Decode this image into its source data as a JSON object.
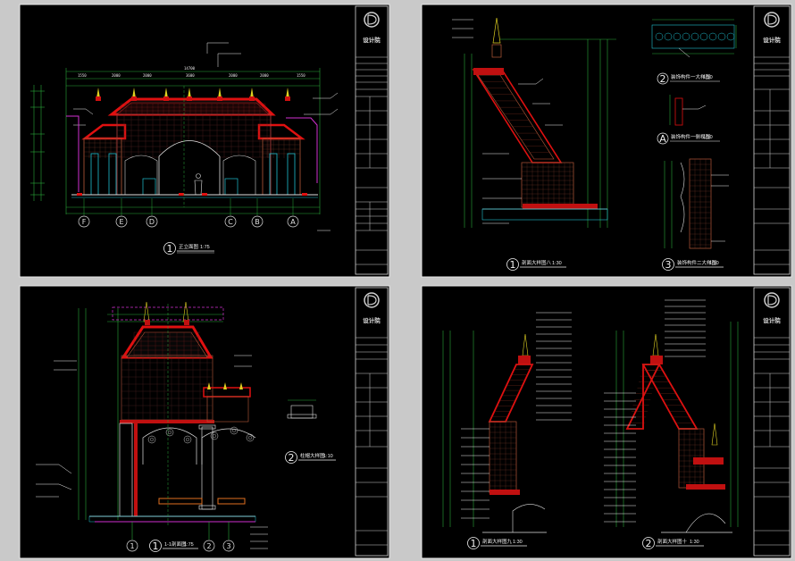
{
  "firm_name": "设计院",
  "sheets": [
    {
      "id": "s1",
      "drawing_title": "正立面图",
      "title_num": "1",
      "scale": "1:75",
      "axes": [
        "F",
        "E",
        "D",
        "C",
        "B",
        "A"
      ],
      "top_dims": [
        "1550",
        "2000",
        "2000",
        "3600",
        "2000",
        "2000",
        "1550"
      ],
      "total_dim": "14700"
    },
    {
      "id": "s2",
      "drawings": [
        {
          "num": "1",
          "title": "剖面大样图八",
          "scale": "1:30"
        },
        {
          "num": "2",
          "title": "装饰构件一大样图",
          "scale": "1:10"
        },
        {
          "num": "A",
          "title": "装饰构件一侧视图",
          "scale": "1:10"
        },
        {
          "num": "3",
          "title": "装饰构件二大样图",
          "scale": "1:10"
        }
      ]
    },
    {
      "id": "s3",
      "drawings": [
        {
          "num": "1",
          "title": "1-1剖面图",
          "scale": "1:75"
        },
        {
          "num": "2",
          "title": "柱帽大样图",
          "scale": "1:10"
        }
      ],
      "axes": [
        "1",
        "2",
        "3"
      ]
    },
    {
      "id": "s4",
      "drawings": [
        {
          "num": "1",
          "title": "剖面大样图九",
          "scale": "1:30"
        },
        {
          "num": "2",
          "title": "剖面大样图十",
          "scale": "1:30"
        }
      ]
    }
  ]
}
